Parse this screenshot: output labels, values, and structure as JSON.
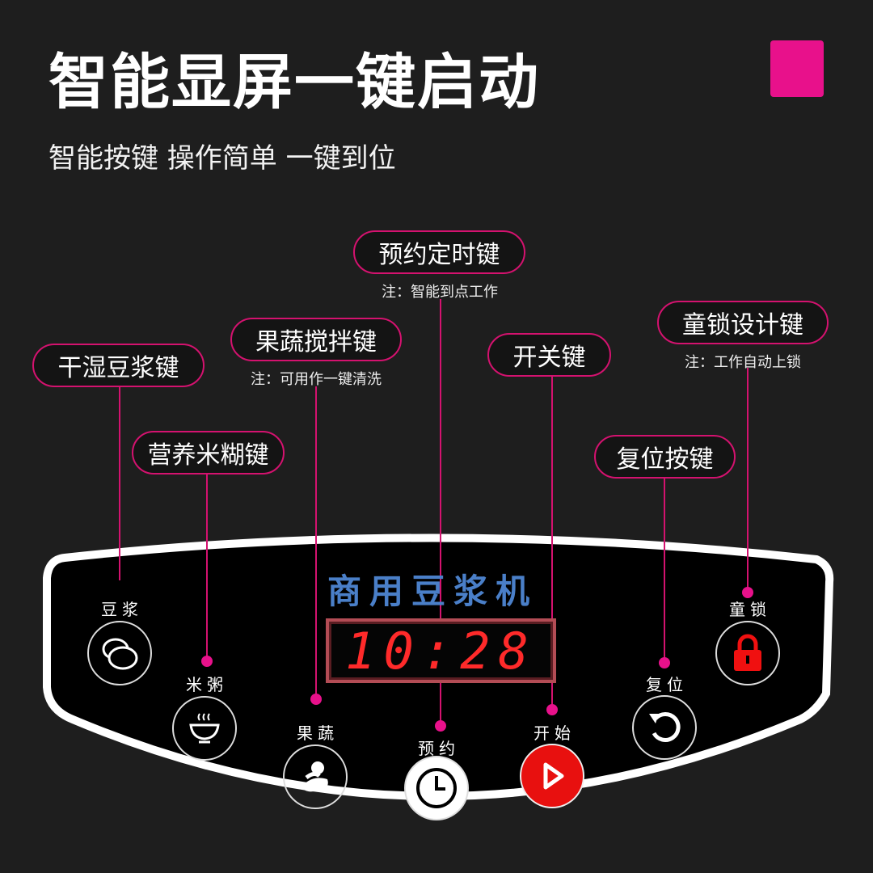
{
  "header": {
    "title": "智能显屏一键启动",
    "subtitle": "智能按键 操作简单 一键到位",
    "accent": "#e8118b"
  },
  "callouts": [
    {
      "label": "干湿豆浆键"
    },
    {
      "label": "营养米糊键"
    },
    {
      "label": "果蔬搅拌键",
      "note": "注：可用作一键清洗"
    },
    {
      "label": "预约定时键",
      "note": "注：智能到点工作"
    },
    {
      "label": "开关键"
    },
    {
      "label": "童锁设计键",
      "note": "注：工作自动上锁"
    },
    {
      "label": "复位按键"
    }
  ],
  "panel": {
    "brand": "商用豆浆机",
    "display": "10:28",
    "buttons": [
      {
        "label": "豆浆",
        "icon": "beans-icon"
      },
      {
        "label": "米粥",
        "icon": "bowl-icon"
      },
      {
        "label": "果蔬",
        "icon": "vegetable-icon"
      },
      {
        "label": "预约",
        "icon": "clock-icon"
      },
      {
        "label": "开始",
        "icon": "play-icon"
      },
      {
        "label": "复位",
        "icon": "reset-icon"
      },
      {
        "label": "童锁",
        "icon": "lock-icon"
      }
    ]
  }
}
